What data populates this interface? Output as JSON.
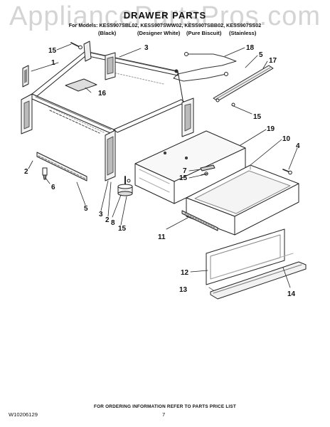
{
  "watermark": "AppliancePartsPros.com",
  "title": "DRAWER PARTS",
  "models": "For Models: KESS907SBL02, KESS907SWW02, KESS907SBB02, KESS907SS02",
  "finishes": [
    "(Black)",
    "(Designer White)",
    "(Pure Biscuit)",
    "(Stainless)"
  ],
  "callouts": [
    "15",
    "1",
    "3",
    "16",
    "18",
    "5",
    "17",
    "15",
    "19",
    "10",
    "4",
    "2",
    "6",
    "5",
    "7",
    "15",
    "3",
    "2",
    "8",
    "15",
    "11",
    "12",
    "13",
    "14"
  ],
  "footer": {
    "note": "FOR ORDERING INFORMATION REFER TO PARTS PRICE LIST",
    "doc_number": "W10206129",
    "page": "7"
  }
}
